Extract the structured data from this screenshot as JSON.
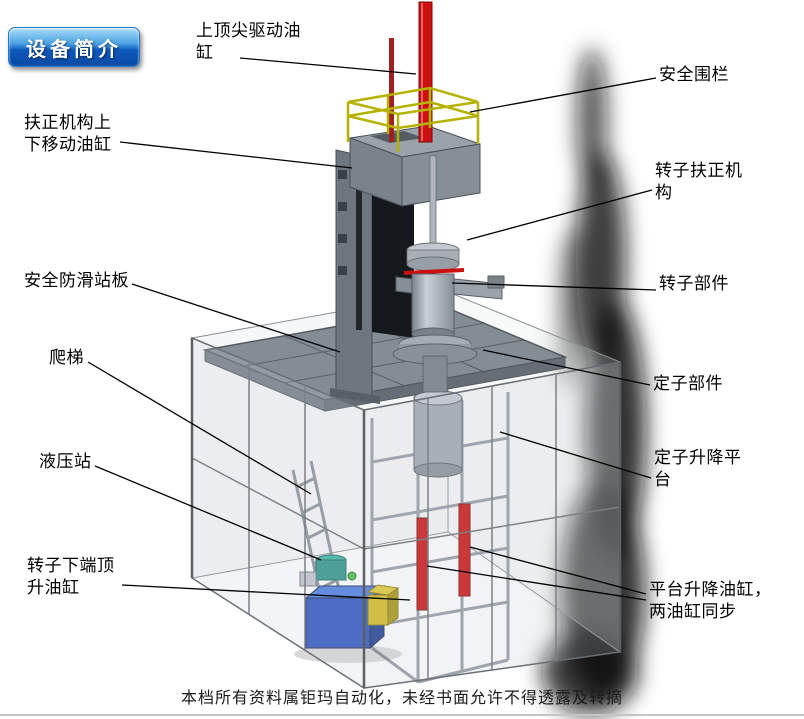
{
  "title_badge": {
    "label": "设备简介"
  },
  "labels": {
    "top_cylinder": "上顶尖驱动油缸",
    "safety_fence": "安全围栏",
    "centralizer_lift_cylinder": "扶正机构上下移动油缸",
    "rotor_centralizer": "转子扶正机构",
    "antislip_platform": "安全防滑站板",
    "rotor_component": "转子部件",
    "ladder": "爬梯",
    "stator_component": "定子部件",
    "hydraulic_station": "液压站",
    "stator_lift_platform": "定子升降平台",
    "rotor_bottom_jack_cylinder": "转子下端顶升油缸",
    "platform_lift_cylinders": "平台升降油缸，两油缸同步"
  },
  "footer_note": "本档所有资料属钜玛自动化，未经书面允许不得透露及转摘",
  "colors": {
    "badge_blue": "#0c58ba",
    "cylinder_red": "#cc1010",
    "railing_yellow": "#b6b200",
    "station_blue": "#2a52be",
    "pump_teal": "#2a9488",
    "block_yellow": "#d4bc20"
  }
}
